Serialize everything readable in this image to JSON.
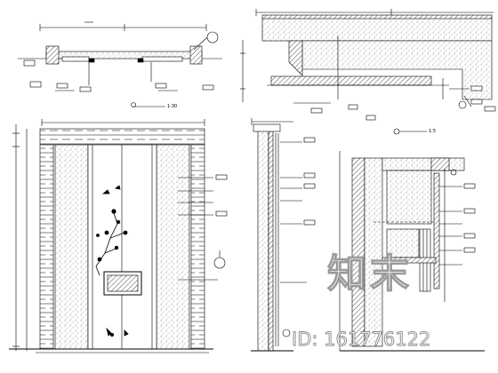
{
  "drawing": {
    "plan_scale": "1:30",
    "section_scale": "1:5",
    "watermark_text": "知末",
    "watermark_id": "ID: 161776122"
  },
  "colors": {
    "line": "#000000",
    "speckle": "#555555",
    "watermark": "#9a9a9a"
  }
}
